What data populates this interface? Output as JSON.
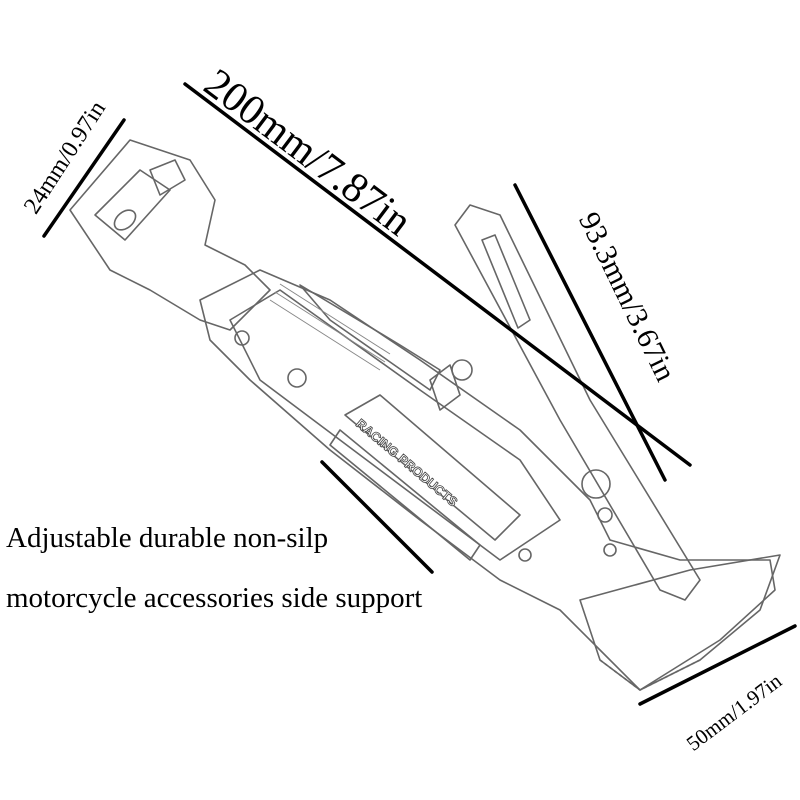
{
  "dimensions": {
    "width": "24mm/0.97in",
    "length": "200mm/7.87in",
    "arm": "93.3mm/3.67in",
    "foot": "50mm/1.97in"
  },
  "caption": {
    "line1": "Adjustable durable non-silp",
    "line2": "motorcycle accessories side support"
  },
  "product_logo_text": "RACING PRODUCTS",
  "colors": {
    "background": "#ffffff",
    "sketch": "#555555",
    "lines": "#000000"
  }
}
